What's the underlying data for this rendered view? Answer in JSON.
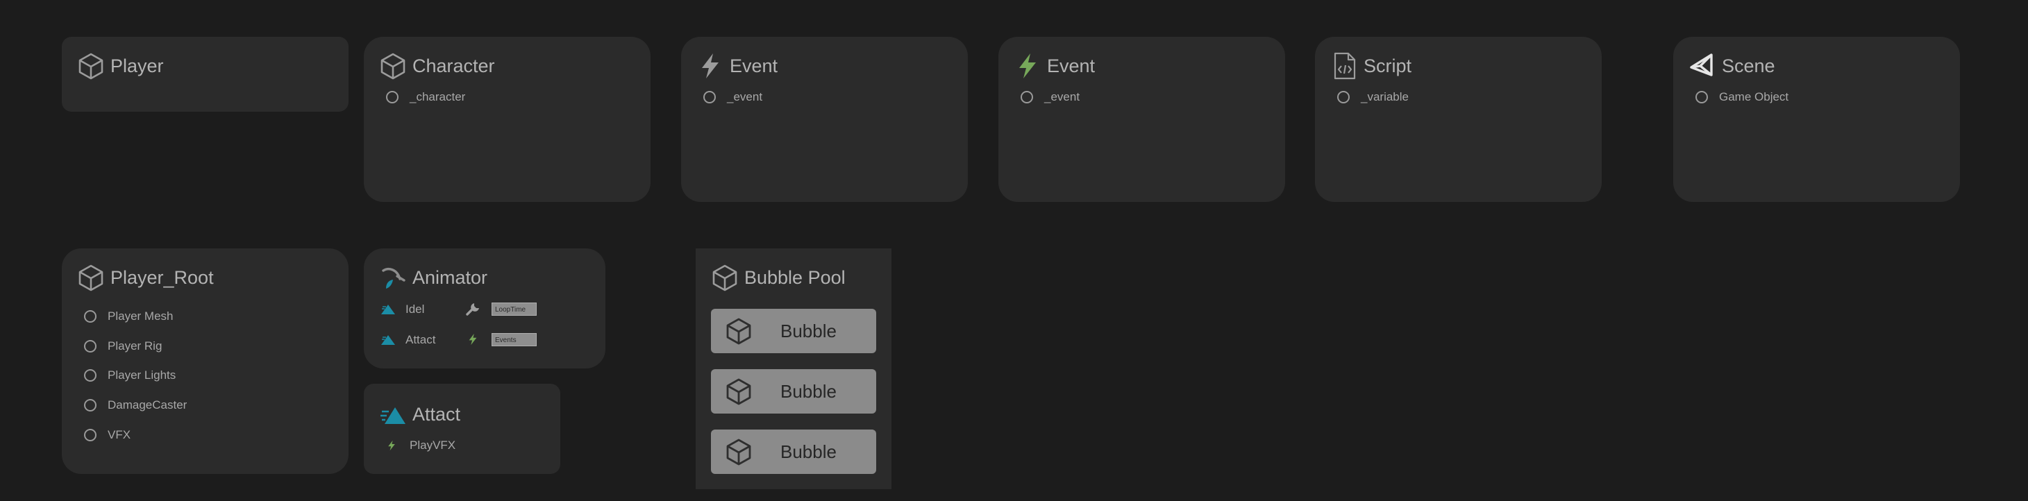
{
  "colors": {
    "background": "#1c1c1c",
    "card": "#2b2b2b",
    "text": "#b4b4b4",
    "event_green": "#77a85a",
    "animation_teal": "#1b8da6",
    "bubble_button": "#8b8b8b"
  },
  "nodes": {
    "player": {
      "title": "Player",
      "icon": "cube-icon"
    },
    "character": {
      "title": "Character",
      "icon": "cube-icon",
      "slot": "_character"
    },
    "event_1": {
      "title": "Event",
      "icon": "lightning-icon",
      "slot": "_event"
    },
    "event_2": {
      "title": "Event",
      "icon": "lightning-green-icon",
      "slot": "_event"
    },
    "script": {
      "title": "Script",
      "icon": "code-file-icon",
      "slot": "_variable"
    },
    "scene": {
      "title": "Scene",
      "icon": "unity-logo-icon",
      "slot": "Game Object"
    },
    "player_root": {
      "title": "Player_Root",
      "icon": "cube-icon",
      "items": [
        "Player Mesh",
        "Player  Rig",
        "Player Lights",
        "DamageCaster",
        "VFX"
      ]
    },
    "animator": {
      "title": "Animator",
      "icon": "animator-icon",
      "clips": [
        "Idel",
        "Attact"
      ],
      "loop_tag": "LoopTime",
      "events_tag": "Events"
    },
    "attact": {
      "title": "Attact",
      "icon": "animation-clip-icon",
      "event": "PlayVFX"
    },
    "bubble_pool": {
      "title": "Bubble Pool",
      "icon": "cube-icon",
      "buttons": [
        "Bubble",
        "Bubble",
        "Bubble"
      ]
    }
  }
}
